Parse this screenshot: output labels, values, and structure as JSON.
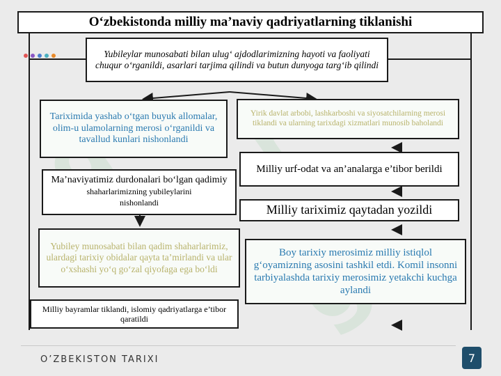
{
  "title": "O‘zbekistonda milliy ma’naviy qadriyatlarning tiklanishi",
  "nodes": {
    "top": "Yubileylar munosabati bilan ulug‘ ajdodlarimizning hayoti va faoliyati chuqur o‘rganildi, asarlari tarjima qilindi va butun dunyoga targ‘ib qilindi",
    "left1": "Tariximida yashab o‘tgan buyuk allomalar, olim-u ulamolarning merosi o‘rganildi va tavallud kunlari nishonlandi",
    "right1": "Yirik davlat arbobi, lashkarboshi va siyosatchilarning merosi tiklandi va ularning tarixdagi xizmatlari munosib baholandi",
    "left2_a": "Ma’naviyatimiz durdonalari bo‘lgan qadimiy ",
    "left2_b": "shaharlarimizning yubileylarini",
    "left2_c": "nishonlandi",
    "right2": "Milliy urf-odat va an’analarga e’tibor berildi",
    "right3": "Milliy tariximiz qaytadan yozildi",
    "left3": "Yubiley munosabati bilan qadim shaharlarimiz, ulardagi tarixiy obidalar qayta ta’mirlandi va ular o‘xshashi yo‘q go‘zal qiyofaga ega bo‘ldi",
    "right4": "Boy tarixiy merosimiz milliy istiqlol g‘oyamizning asosini tashkil etdi. Komil insonni tarbiyalashda tarixiy merosimiz yetakchi kuchga aylandi",
    "left4": "Milliy bayramlar tiklandi, islomiy qadriyatlarga e’tibor qaratildi"
  },
  "footer": {
    "subject": "O’ZBEKISTON TARIXI",
    "page": "7"
  },
  "colors": {
    "dark_text": "#000000",
    "teal_text": "#2a7ab0",
    "olive_text": "#b8b36c",
    "page_badge": "#1f4e6b",
    "dots": [
      "#e05555",
      "#8a57c5",
      "#4a7fd0",
      "#4ab0c0",
      "#e88a2a"
    ]
  }
}
